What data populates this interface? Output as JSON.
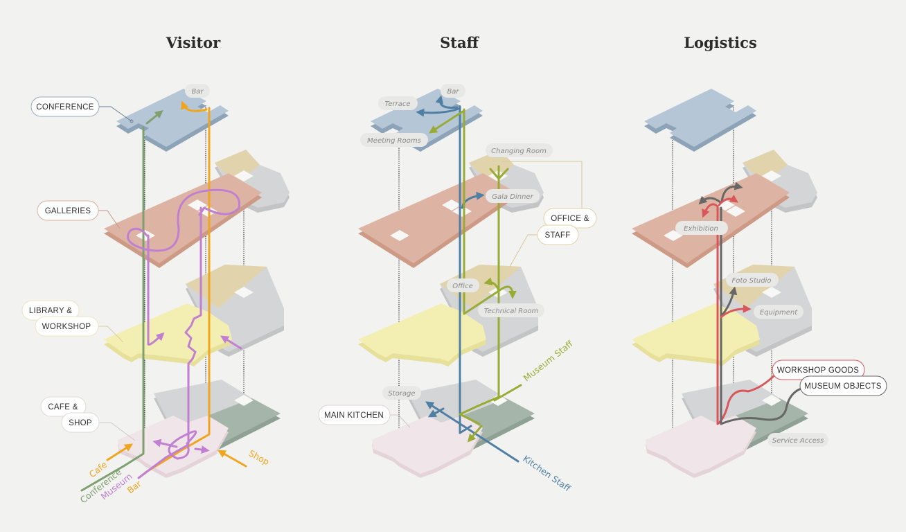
{
  "columns": [
    {
      "id": "visitor",
      "title": "Visitor"
    },
    {
      "id": "staff",
      "title": "Staff"
    },
    {
      "id": "logistics",
      "title": "Logistics"
    }
  ],
  "colors": {
    "background": "#f2f2f1",
    "floor_conference_top": "#b5c6d6",
    "floor_conference_side": "#8da3b8",
    "floor_galleries_top": "#ddb4a3",
    "floor_galleries_side": "#cd9a86",
    "floor_library_top": "#f3efb3",
    "floor_library_side": "#e6e09a",
    "floor_cafe_top": "#f0e5e8",
    "floor_cafe_side": "#e4d3d8",
    "annex_gray_top": "#d4d5d6",
    "annex_gray_side": "#c3c4c5",
    "annex_tan": "#e3d3a6",
    "annex_green_top": "#a5b5a9",
    "annex_green_side": "#8fa194",
    "route_conference": "#7da06e",
    "route_museum": "#c07fd0",
    "route_bar": "#f0a51e",
    "route_cafe_shop": "#f0a51e",
    "route_kitchen_staff": "#4f7fa3",
    "route_museum_staff": "#98ab35",
    "route_workshop_goods": "#d9575a",
    "route_museum_objects": "#676767",
    "pill_conference_border": "#9aabbd",
    "pill_galleries_border": "#d8b0a3",
    "pill_library_border": "#ece6c3",
    "pill_cafe_border": "#e2dada",
    "pill_office_border": "#e3d3a6",
    "pill_kitchen_border": "#dcd6d6",
    "pill_workshop_goods_border": "#d9575a",
    "pill_museum_objects_border": "#676767",
    "room_tag_fill": "#e8e8e7"
  },
  "visitor": {
    "floor_labels": {
      "conference": "CONFERENCE",
      "galleries": "GALLERIES",
      "library_line1": "LIBRARY &",
      "library_line2": "WORKSHOP",
      "cafe_line1": "CAFE &",
      "cafe_line2": "SHOP"
    },
    "room_tags": {
      "bar": "Bar"
    },
    "routes": {
      "cafe": "Cafe",
      "conference": "Conference",
      "museum": "Museum",
      "bar": "Bar",
      "shop": "Shop"
    }
  },
  "staff": {
    "floor_labels": {
      "office_line1": "OFFICE &",
      "office_line2": "STAFF",
      "main_kitchen": "MAIN KITCHEN"
    },
    "room_tags": {
      "bar": "Bar",
      "terrace": "Terrace",
      "meeting_rooms": "Meeting Rooms",
      "changing_room": "Changing Room",
      "gala_dinner": "Gala Dinner",
      "office": "Office",
      "technical_room": "Technical Room",
      "storage": "Storage"
    },
    "routes": {
      "museum_staff": "Museum Staff",
      "kitchen_staff": "Kitchen Staff"
    }
  },
  "logistics": {
    "floor_labels": {
      "workshop_goods": "WORKSHOP GOODS",
      "museum_objects": "MUSEUM OBJECTS"
    },
    "room_tags": {
      "exhibition": "Exhibition",
      "foto_studio": "Foto Studio",
      "equipment": "Equipment",
      "service_access": "Service Access"
    }
  }
}
